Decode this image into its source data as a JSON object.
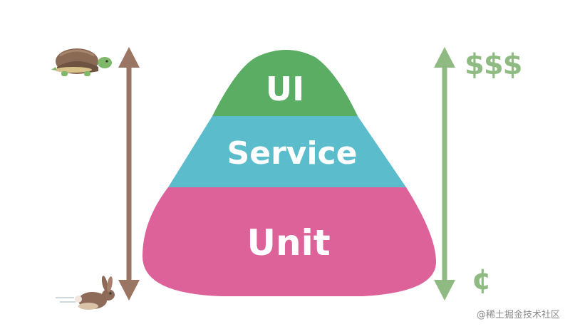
{
  "diagram": {
    "layers": [
      {
        "name": "ui",
        "label": "UI",
        "color": "#5aad62"
      },
      {
        "name": "service",
        "label": "Service",
        "color": "#5bbccb"
      },
      {
        "name": "unit",
        "label": "Unit",
        "color": "#dc6299"
      }
    ],
    "speed_axis": {
      "color": "#9b7563",
      "slow_icon": "turtle-icon",
      "fast_icon": "rabbit-icon"
    },
    "cost_axis": {
      "color": "#8fbb83",
      "high_label": "$$$",
      "low_label": "¢"
    }
  },
  "watermark": "@稀土掘金技术社区"
}
